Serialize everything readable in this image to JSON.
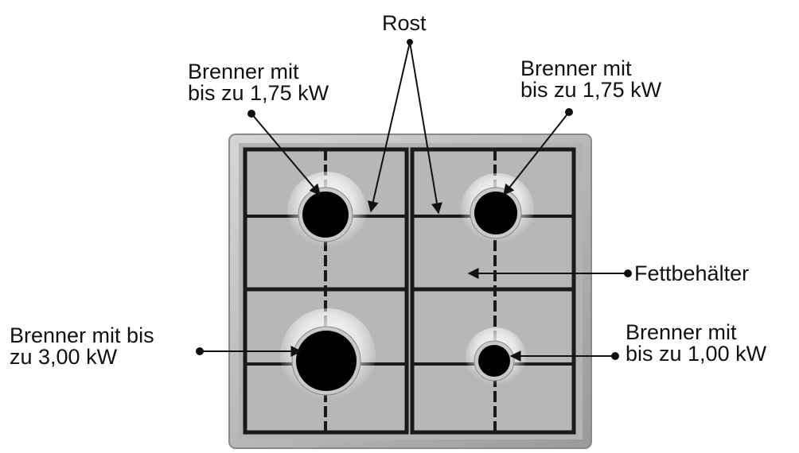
{
  "labels": {
    "rost": "Rost",
    "burner_top_left": [
      "Brenner mit",
      "bis zu 1,75 kW"
    ],
    "burner_top_right": [
      "Brenner mit",
      "bis zu 1,75 kW"
    ],
    "grease_tray": "Fettbehälter",
    "burner_bottom_left": [
      "Brenner mit bis",
      "zu 3,00 kW"
    ],
    "burner_bottom_right": [
      "Brenner mit",
      "bis zu 1,00 kW"
    ]
  },
  "colors": {
    "frame": "#a9a9a9",
    "frame_edge": "#d2d2d2",
    "panel": "#b6b6b6",
    "grate": "#1a1a1a",
    "burner": "#000000",
    "text": "#111111"
  }
}
